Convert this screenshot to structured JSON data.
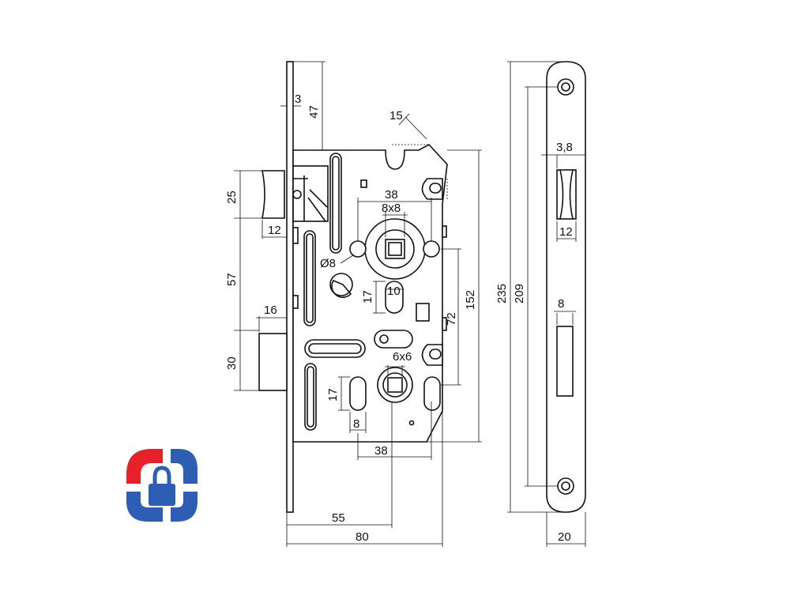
{
  "colors": {
    "logo_red": "#e8202a",
    "logo_blue": "#2e5db4",
    "line": "#111111"
  },
  "logo": {
    "icon": "padlock-icon"
  },
  "dims": {
    "faceplate_thickness": "3",
    "top_to_case": "47",
    "cut_angle": "15",
    "latch_height": "25",
    "latch_projection": "12",
    "latch_to_follower": "57",
    "bolt_projection": "16",
    "bolt_height": "30",
    "follower_spacing": "38",
    "follower_square": "8x8",
    "hole_diameter": "Ø8",
    "slot_height_upper": "17",
    "slot_width_upper": "10",
    "spindle_centers": "72",
    "case_height": "152",
    "key_square": "6x6",
    "slot_height_lower": "17",
    "slot_width_lower": "8",
    "key_spacing": "38",
    "backset": "55",
    "case_depth": "80",
    "plate_length": "235",
    "hole_spacing": "209",
    "latch_slot_width": "3,8",
    "latch_slot_length": "12",
    "bolt_slot_width": "8",
    "plate_width": "20"
  }
}
